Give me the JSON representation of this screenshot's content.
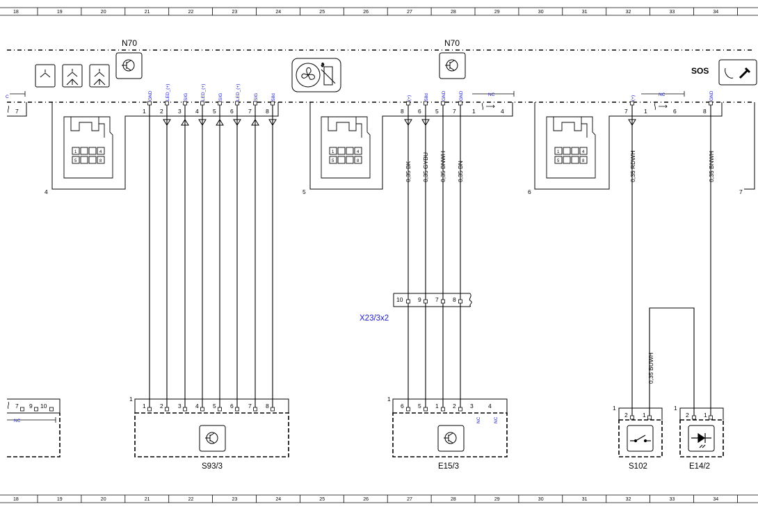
{
  "grid": {
    "columns": [
      "18",
      "19",
      "20",
      "21",
      "22",
      "23",
      "24",
      "25",
      "26",
      "27",
      "28",
      "29",
      "30",
      "31",
      "32",
      "33",
      "34"
    ]
  },
  "ecu": {
    "n70_left": "N70",
    "n70_right": "N70",
    "sos": "SOS"
  },
  "connector_left": {
    "pin_numbers": [
      "1",
      "2",
      "3",
      "4",
      "5",
      "6",
      "7",
      "8"
    ],
    "signals": [
      "GND",
      "LED_(+)",
      "SIG",
      "LED_(+)",
      "SIG",
      "LED_(+)",
      "SIG",
      "58d"
    ],
    "ref": "4",
    "top_block_pins": [
      "1",
      "2",
      "3",
      "4",
      "5",
      "6",
      "7",
      "8"
    ],
    "top_block_ref": "1"
  },
  "connector_mid": {
    "pin_numbers": [
      "8",
      "6",
      "5",
      "7",
      "1",
      "4"
    ],
    "signals": [
      "(+)",
      "58d",
      "GND",
      "GND"
    ],
    "nc_label": "NC",
    "ref": "5",
    "wires": [
      "0,35 BK",
      "0,35 GYBU",
      "0,35 BNWH",
      "0,35 BN"
    ],
    "inline_connector": "X23/3x2",
    "inline_pins": [
      "10",
      "9",
      "7",
      "8"
    ],
    "bottom_pins": [
      "6",
      "5",
      "1",
      "2",
      "3",
      "4"
    ],
    "bottom_nc": [
      "NC",
      "NC"
    ],
    "bottom_ref": "1"
  },
  "connector_right": {
    "pin_numbers": [
      "7",
      "1",
      "6",
      "8"
    ],
    "signals": [
      "(+)",
      "GND"
    ],
    "nc_label": "NC",
    "ref": "6",
    "wires": [
      "0,35 RDWH",
      "0,35 BNWH"
    ],
    "loop_wire": "0,35 BUWH",
    "ref_edge": "7"
  },
  "left_edge": {
    "top_pin": "7",
    "top_c": "C",
    "bottom_pins": [
      "7",
      "9",
      "10"
    ],
    "nc_label": "NC"
  },
  "connector_grid_cells": [
    "1",
    "4",
    "5",
    "8"
  ],
  "components": {
    "s93_3": "S93/3",
    "e15_3": "E15/3",
    "s102": "S102",
    "e14_2": "E14/2",
    "s102_pins": [
      "2",
      "1"
    ],
    "e14_2_pins": [
      "2",
      "1"
    ],
    "s102_ref": "1",
    "e14_2_ref": "1"
  },
  "colors": {
    "line": "#000000",
    "signal_text": "#1a1acc"
  }
}
